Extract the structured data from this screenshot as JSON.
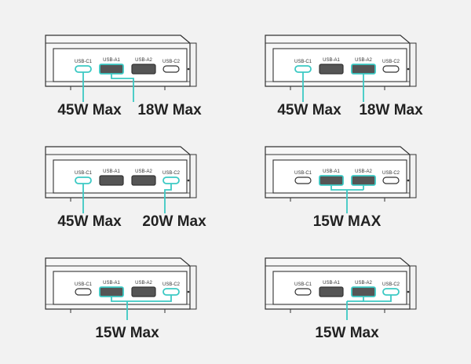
{
  "port_labels": {
    "c1": "USB-C1",
    "a1": "USB-A1",
    "a2": "USB-A2",
    "c2": "USB-C2"
  },
  "colors": {
    "active": "#3cc9c4",
    "outline": "#333333",
    "body": "#f7f7f7"
  },
  "panels": [
    {
      "active": [
        "c1",
        "a1"
      ],
      "labels": [
        "45W Max",
        "18W Max"
      ]
    },
    {
      "active": [
        "c1",
        "a2"
      ],
      "labels": [
        "45W Max",
        "18W Max"
      ]
    },
    {
      "active": [
        "c1",
        "c2"
      ],
      "labels": [
        "45W Max",
        "20W Max"
      ]
    },
    {
      "active": [
        "a1",
        "a2"
      ],
      "labels": [
        "15W MAX"
      ]
    },
    {
      "active": [
        "a1",
        "a2",
        "c2"
      ],
      "labels": [
        "15W Max"
      ]
    },
    {
      "active": [
        "a2",
        "c2"
      ],
      "labels": [
        "15W Max"
      ]
    }
  ]
}
